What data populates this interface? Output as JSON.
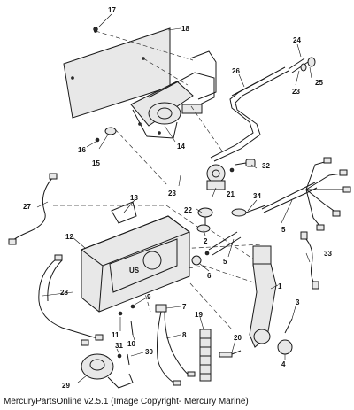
{
  "caption": "MercuryPartsOnline v2.5.1 (Image Copyright- Mercury Marine)",
  "panel_badge": "US",
  "callouts": {
    "c1": "1",
    "c2": "2",
    "c3": "3",
    "c4": "4",
    "c5a": "5",
    "c5b": "5",
    "c6": "6",
    "c7": "7",
    "c8": "8",
    "c9": "9",
    "c10": "10",
    "c11": "11",
    "c12": "12",
    "c13": "13",
    "c14": "14",
    "c15": "15",
    "c16": "16",
    "c17": "17",
    "c18": "18",
    "c19": "19",
    "c20": "20",
    "c21": "21",
    "c22": "22",
    "c23a": "23",
    "c23b": "23",
    "c24": "24",
    "c25": "25",
    "c26": "26",
    "c27": "27",
    "c28": "28",
    "c29": "29",
    "c30": "30",
    "c31": "31",
    "c32": "32",
    "c33": "33",
    "c34": "34"
  }
}
